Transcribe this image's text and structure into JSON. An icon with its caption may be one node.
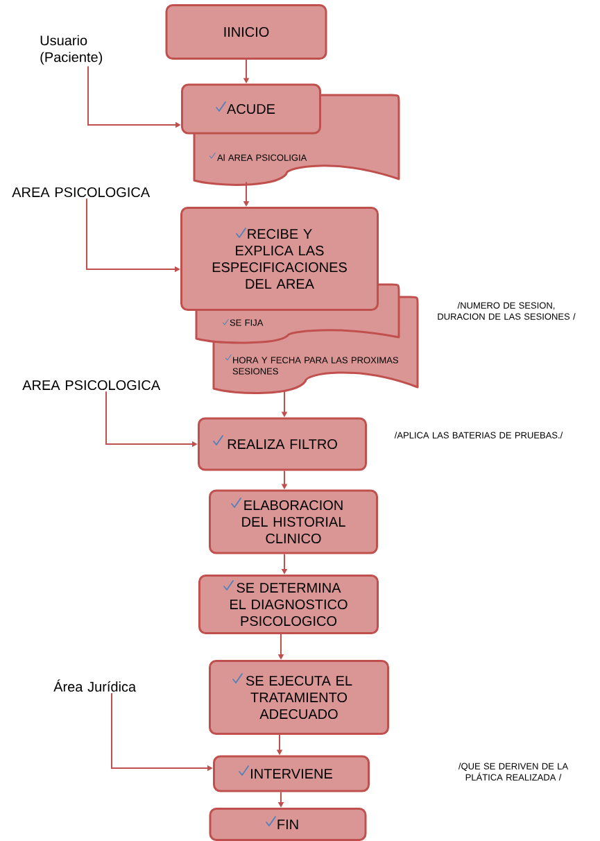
{
  "diagram": {
    "nodes": [
      {
        "text": [
          "IINICIO"
        ]
      },
      {
        "text": [
          "Usuario (Paciente)"
        ]
      },
      {
        "text": [
          "ACUDE"
        ]
      },
      {
        "text": [
          "Al AREA PSICOLIGIA"
        ]
      },
      {
        "text": [
          "AREA PSICOLOGICA"
        ]
      },
      {
        "text": [
          "RECIBE Y EXPLICA LAS ESPECIFICACIONES DEL AREA"
        ]
      },
      {
        "text": [
          "SE FIJA"
        ]
      },
      {
        "text": [
          "HORA Y FECHA PARA LAS PROXIMAS SESIONES"
        ]
      },
      {
        "text": [
          "AREA PSICOLOGICA"
        ]
      },
      {
        "text": [
          "REALIZA FILTRO"
        ],
        "beside": [
          "/APLICA LAS BATERIAS DE PRUEBAS./"
        ]
      },
      {
        "text": [
          "ELABORACION DEL HISTORIAL CLINICO"
        ]
      },
      {
        "text": [
          "SE DETERMINA EL DIAGNOSTICO PSICOLOGICO"
        ]
      },
      {
        "text": [
          "Área Jurídica"
        ]
      },
      {
        "text": [
          "SE EJECUTA EL TRATAMIENTO ADECUADO"
        ]
      },
      {
        "text": [
          "INTERVIENE"
        ]
      },
      {
        "text": [
          "FIN"
        ]
      }
    ],
    "edges": [
      {
        "from": 0,
        "to": 2,
        "arrow": "to"
      },
      {
        "from": 1,
        "to": 2,
        "arrow": "to"
      },
      {
        "from": 3,
        "to": 5,
        "arrow": "to"
      },
      {
        "from": 4,
        "to": 5,
        "arrow": "to"
      },
      {
        "from": 7,
        "to": 9,
        "arrow": "to"
      },
      {
        "from": 8,
        "to": 9,
        "arrow": "to"
      },
      {
        "from": 9,
        "to": 10,
        "arrow": "to"
      },
      {
        "from": 10,
        "to": 11,
        "arrow": "to"
      },
      {
        "from": 11,
        "to": 13,
        "arrow": "to"
      },
      {
        "from": 13,
        "to": 14,
        "arrow": "to"
      },
      {
        "from": 12,
        "to": 14,
        "arrow": "to"
      },
      {
        "from": 14,
        "to": 15,
        "arrow": "to"
      }
    ],
    "labels": [
      "/NUMERO DE SESION, DURACION DE LAS SESIONES /",
      "/QUE SE DERIVEN DE LA PLÁTICA REALIZADA /"
    ]
  }
}
